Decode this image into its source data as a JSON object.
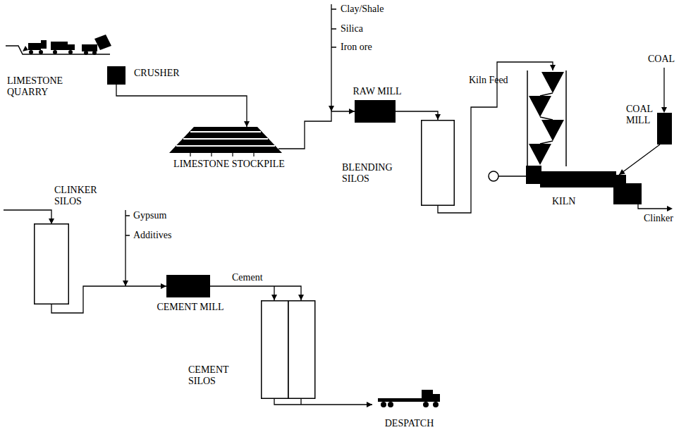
{
  "diagram": {
    "nodes": [
      {
        "text": [
          "LIMESTONE QUARRY"
        ]
      },
      {
        "text": [
          "CRUSHER"
        ]
      },
      {
        "text": [
          "LIMESTONE STOCKPILE"
        ]
      },
      {
        "text": [
          "RAW MILL"
        ]
      },
      {
        "text": [
          "BLENDING SILOS"
        ]
      },
      {
        "text": [
          "KILN"
        ]
      },
      {
        "text": [
          "COAL MILL"
        ]
      },
      {
        "text": [
          "CLINKER SILOS"
        ]
      },
      {
        "text": [
          "CEMENT MILL"
        ]
      },
      {
        "text": [
          "CEMENT SILOS"
        ]
      },
      {
        "text": [
          "DESPATCH"
        ]
      }
    ],
    "edges": [
      {
        "from": 1,
        "to": 2,
        "arrow": "to"
      },
      {
        "from": 2,
        "to": 3,
        "arrow": "to"
      },
      {
        "from": 3,
        "to": 4,
        "arrow": "to"
      },
      {
        "from": 4,
        "to": 5,
        "label": "Kiln Feed",
        "arrow": "to"
      },
      {
        "from": 6,
        "to": 5,
        "arrow": "to"
      },
      {
        "from": 7,
        "to": 8,
        "arrow": "to"
      },
      {
        "from": 8,
        "to": 9,
        "label": "Cement",
        "arrow": "to"
      },
      {
        "from": 9,
        "to": 10,
        "arrow": "to"
      }
    ],
    "labels": [
      "Clay/Shale",
      "Silica",
      "Iron ore",
      "COAL",
      "Clinker",
      "Gypsum",
      "Additives"
    ]
  }
}
